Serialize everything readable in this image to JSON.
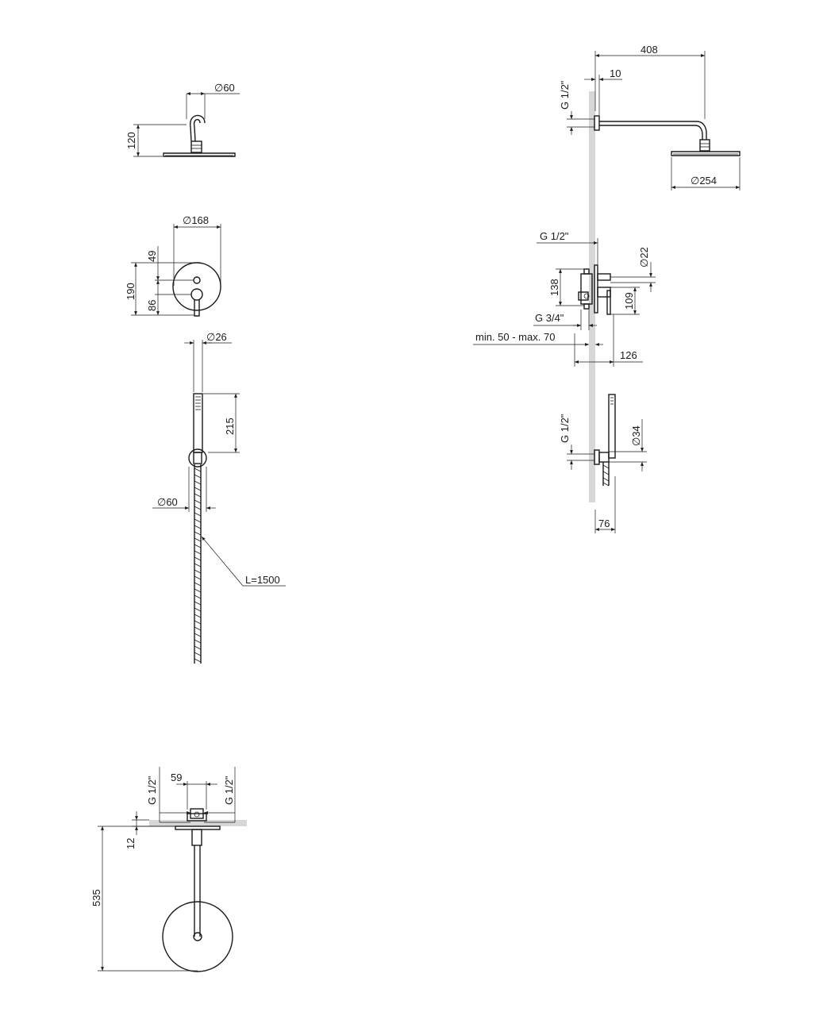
{
  "diagram": {
    "dimensions": {
      "head_top_diameter": "∅60",
      "head_top_height": "120",
      "mixer_diameter": "∅168",
      "mixer_upper": "49",
      "mixer_height": "190",
      "mixer_lower": "86",
      "hand_diameter": "∅26",
      "hand_length": "215",
      "holder_diameter": "∅60",
      "hose_length": "L=1500",
      "arm_length": "408",
      "arm_offset": "10",
      "arm_thread": "G 1/2\"",
      "head_diameter": "∅254",
      "valve_outlet_thread": "G 1/2\"",
      "valve_inlet_thread": "G 3/4\"",
      "valve_height": "138",
      "knob_diameter": "∅22",
      "knob_height": "109",
      "install_depth": "min. 50 - max. 70",
      "valve_projection": "126",
      "elbow_thread": "G 1/2\"",
      "elbow_diameter": "∅34",
      "elbow_projection": "76",
      "plan_spacing": "59",
      "plan_thread_left": "G 1/2\"",
      "plan_thread_right": "G 1/2\"",
      "plan_offset": "12",
      "plan_arm_length": "535"
    }
  }
}
